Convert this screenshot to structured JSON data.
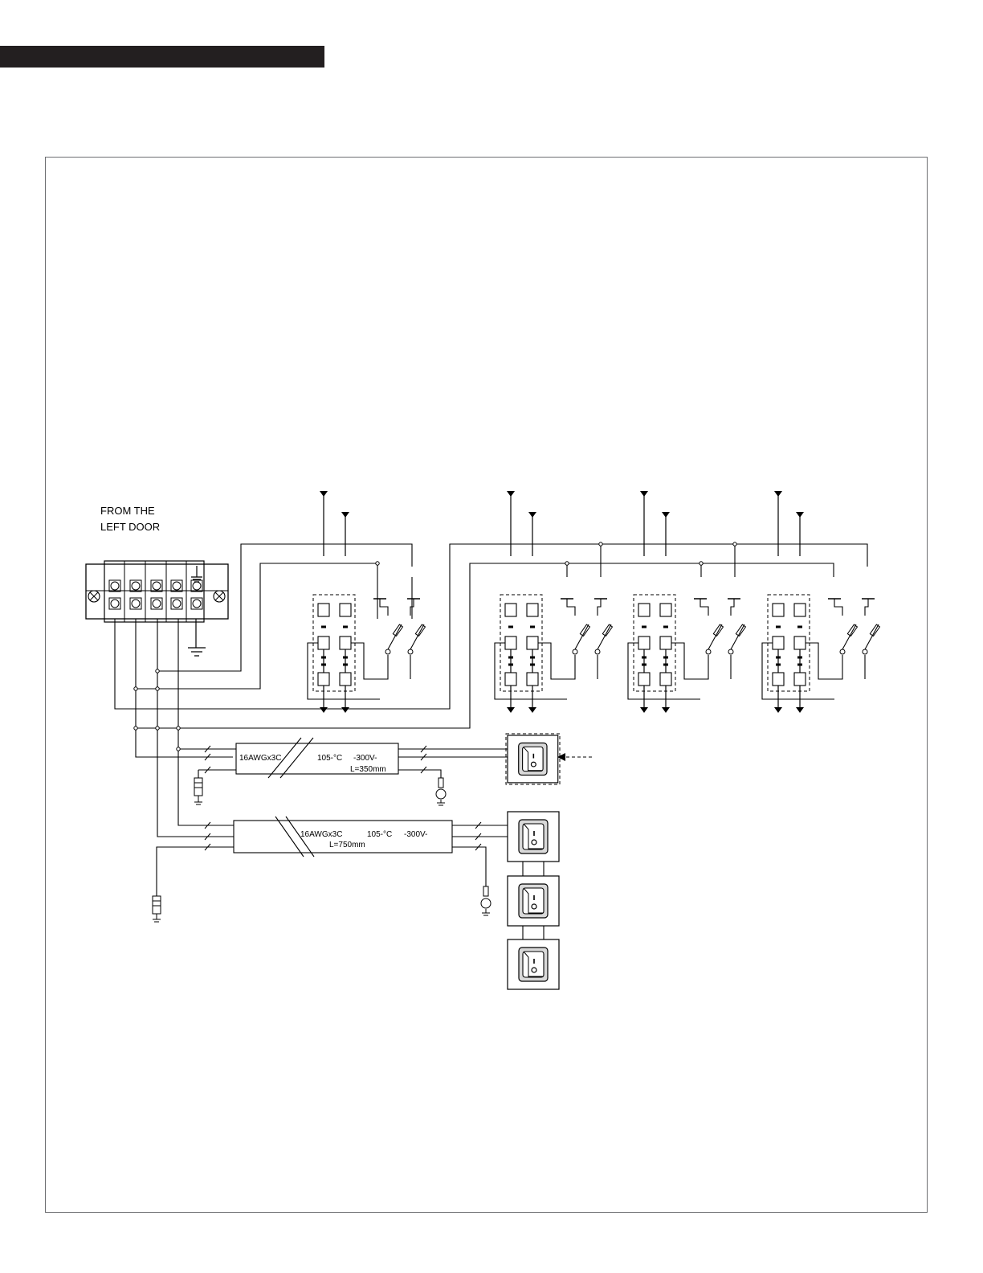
{
  "colors": {
    "header_bar": "#231f20",
    "frame": "#6d6e71",
    "line": "#000000"
  },
  "diagram": {
    "source_label": {
      "line1": "FROM THE",
      "line2": "LEFT DOOR"
    },
    "cable_short": {
      "gauge": "16AWGx3C",
      "temp": "105-°C",
      "voltage": "-300V-",
      "length": "L=350mm"
    },
    "cable_long": {
      "gauge": "16AWGx3C",
      "temp": "105-°C",
      "voltage": "-300V-",
      "length": "L=750mm"
    },
    "icons": [
      "terminal-block-icon",
      "ground-icon",
      "rocker-switch-icon",
      "ring-terminal-icon",
      "spade-connector-icon",
      "fuse-icon",
      "relay-contact-icon"
    ]
  }
}
